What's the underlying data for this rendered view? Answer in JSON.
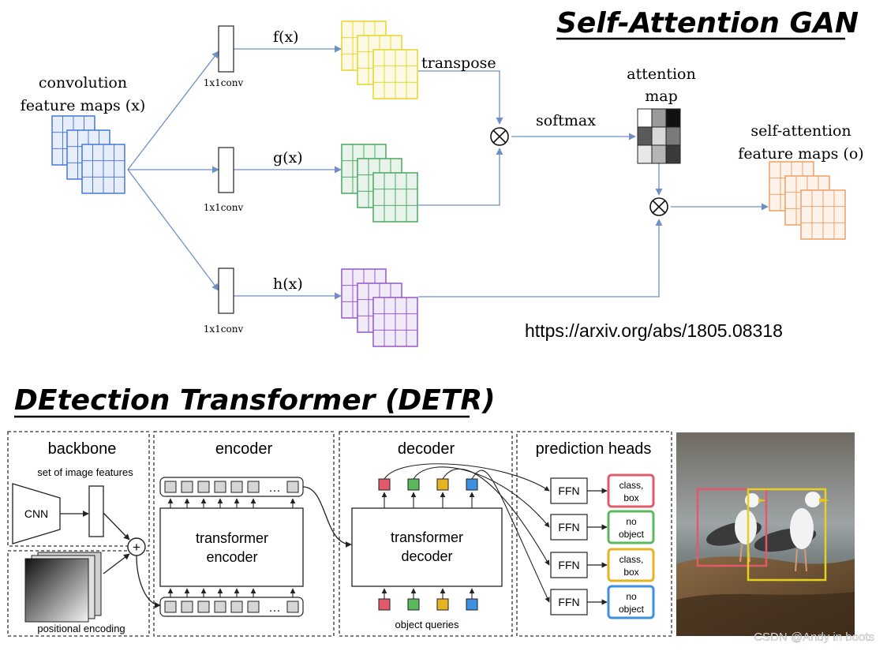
{
  "sagan": {
    "title": "Self-Attention GAN",
    "input_label_1": "convolution",
    "input_label_2": "feature maps (x)",
    "conv_label": "1x1conv",
    "f_label": "f(x)",
    "g_label": "g(x)",
    "h_label": "h(x)",
    "transpose_label": "transpose",
    "softmax_label": "softmax",
    "attn_label_1": "attention",
    "attn_label_2": "map",
    "output_label_1": "self-attention",
    "output_label_2": "feature maps (o)",
    "url": "https://arxiv.org/abs/1805.08318",
    "colors": {
      "input": "#3b6fd8",
      "f": "#e3d21e",
      "g": "#3fa055",
      "h": "#8a4fc2",
      "output": "#ec9a5c",
      "arrow": "#6f8fc7"
    },
    "attention_cells": [
      "#ffffff",
      "#9a9a9a",
      "#111111",
      "#5a5a5a",
      "#d8d8d8",
      "#7a7a7a",
      "#e8e8e8",
      "#b5b5b5",
      "#3a3a3a"
    ]
  },
  "detr": {
    "title": "DEtection Transformer (DETR)",
    "backbone_title": "backbone",
    "backbone_sub": "set of image features",
    "cnn_label": "CNN",
    "pos_label": "positional encoding",
    "encoder_title": "encoder",
    "encoder_box_1": "transformer",
    "encoder_box_2": "encoder",
    "ellipsis": "···",
    "plus": "+",
    "decoder_title": "decoder",
    "decoder_box_1": "transformer",
    "decoder_box_2": "decoder",
    "queries_label": "object queries",
    "heads_title": "prediction heads",
    "ffn_label": "FFN",
    "predictions": [
      {
        "line1": "class,",
        "line2": "box",
        "color": "#e05a6a"
      },
      {
        "line1": "no",
        "line2": "object",
        "color": "#5cb85c"
      },
      {
        "line1": "class,",
        "line2": "box",
        "color": "#e6b422"
      },
      {
        "line1": "no",
        "line2": "object",
        "color": "#3d8fe0"
      }
    ],
    "query_colors": [
      "#e05a6a",
      "#5cb85c",
      "#e6b422",
      "#3d8fe0"
    ],
    "box_colors": [
      "#e05a6a",
      "#e6d020"
    ]
  },
  "watermark": "CSDN @Andy in boots"
}
